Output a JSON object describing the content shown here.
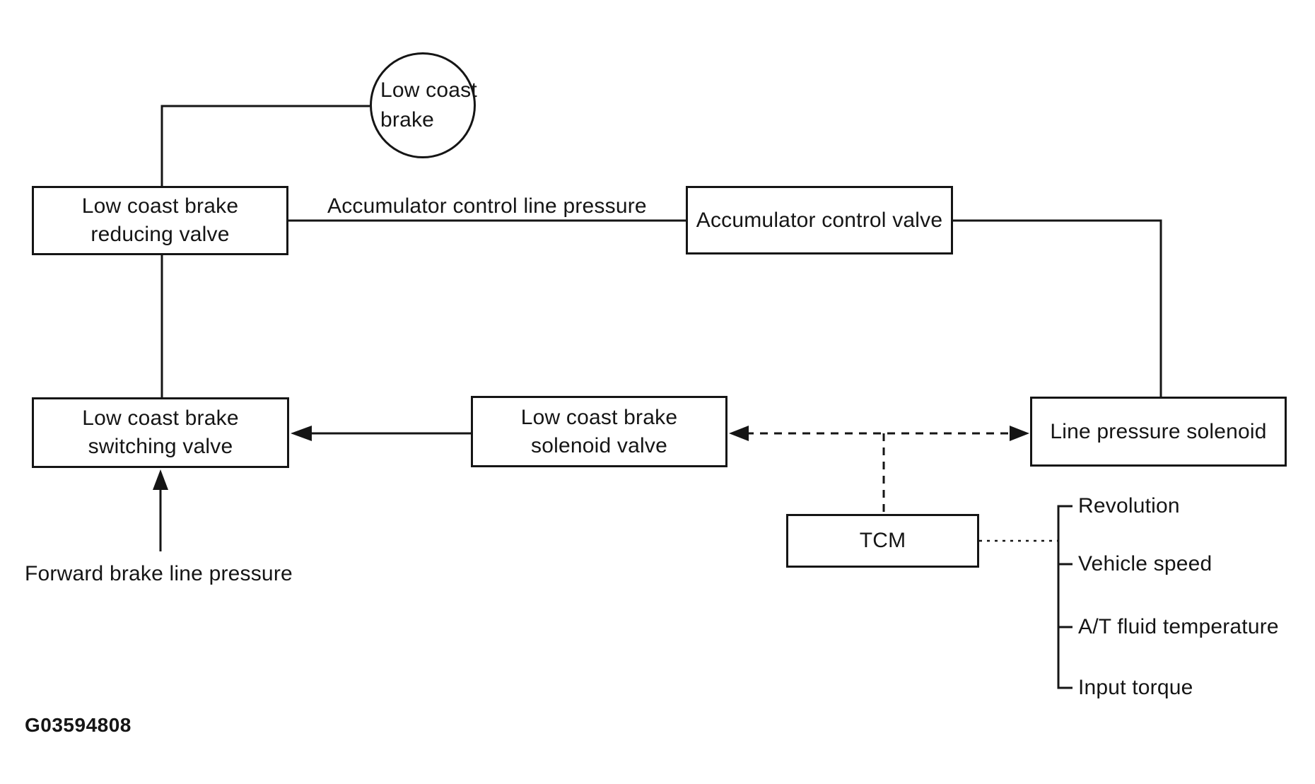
{
  "figure": {
    "id_label": "G03594808"
  },
  "colors": {
    "ink": "#151515",
    "background": "#ffffff"
  },
  "diagram": {
    "nodes": {
      "low_coast_brake": {
        "shape": "circle",
        "line1": "Low coast",
        "line2": "brake"
      },
      "reducing_valve": {
        "shape": "rect",
        "line1": "Low coast brake",
        "line2": "reducing valve"
      },
      "accumulator_control_valve": {
        "shape": "rect",
        "label": "Accumulator control valve"
      },
      "switching_valve": {
        "shape": "rect",
        "line1": "Low coast brake",
        "line2": "switching valve"
      },
      "solenoid_valve": {
        "shape": "rect",
        "line1": "Low coast brake",
        "line2": "solenoid valve"
      },
      "line_pressure_solenoid": {
        "shape": "rect",
        "label": "Line pressure solenoid"
      },
      "tcm": {
        "shape": "rect",
        "label": "TCM"
      }
    },
    "annotations": {
      "accumulator_line_pressure": "Accumulator control line pressure",
      "forward_brake_line_pressure": "Forward brake line pressure"
    },
    "tcm_inputs": [
      "Revolution",
      "Vehicle speed",
      "A/T fluid temperature",
      "Input torque"
    ]
  }
}
